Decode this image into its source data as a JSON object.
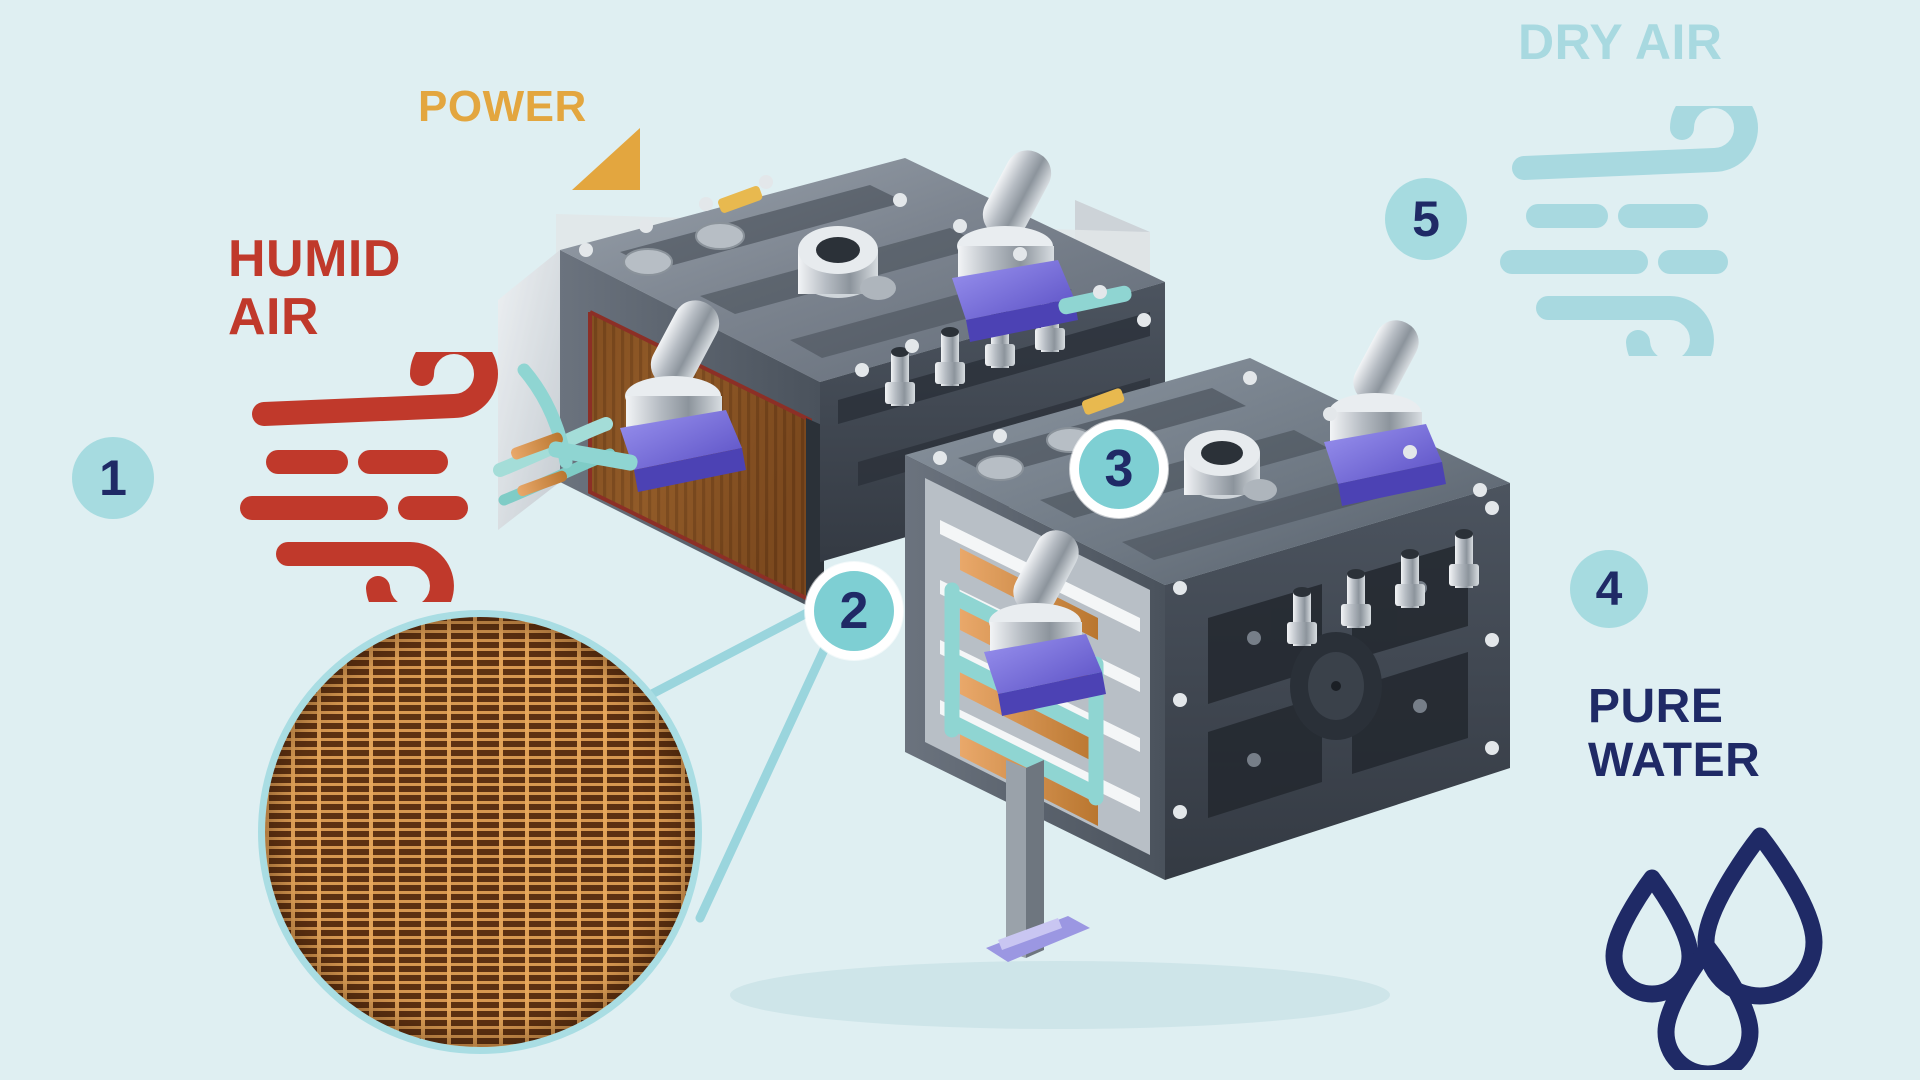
{
  "figure": {
    "title": "Atmospheric water harvesting / electrochemical dehumidifier stack diagram",
    "background_color": "#dfeff2"
  },
  "colors": {
    "background": "#dfeff2",
    "humid_air_red": "#c0392b",
    "power_amber": "#e3a63f",
    "dry_air_teal": "#a8d9e0",
    "pure_water_navy": "#1f2a66",
    "badge_fill_flat": "#a6dbe0",
    "badge_fill_ring": "#7ecfd3",
    "badge_ring_stroke": "#ffffff",
    "callout_line_teal": "#9ad5dd",
    "copper_mesh": "#b5702c",
    "device_body_gray": "#5c6470",
    "membrane_copper": "#8e5524",
    "tubing_mint": "#8fd5d2",
    "valve_violet": "#7c72d8"
  },
  "labels": {
    "humid_air": "HUMID\nAIR",
    "power": "POWER",
    "dry_air": "DRY AIR",
    "pure_water": "PURE\nWATER"
  },
  "badges": {
    "one": "1",
    "two": "2",
    "three": "3",
    "four": "4",
    "five": "5"
  },
  "icons": {
    "humid_air": "wind-icon",
    "dry_air": "wind-icon",
    "power": "power-triangle-icon",
    "pure_water": "water-droplets-icon",
    "inset": "copper-mesh-magnifier"
  },
  "annotations": {
    "callout_target": "copper mesh membrane magnified detail",
    "step_count": 5
  }
}
